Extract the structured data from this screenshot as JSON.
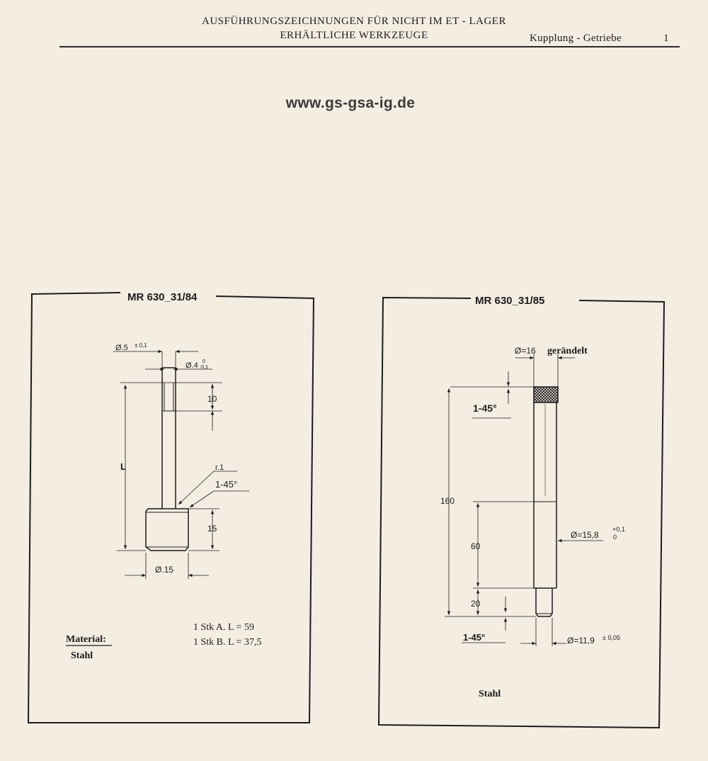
{
  "header": {
    "title_line1": "AUSFÜHRUNGSZEICHNUNGEN FÜR NICHT IM ET - LAGER",
    "title_line2": "ERHÄLTLICHE WERKZEUGE",
    "section": "Kupplung - Getriebe",
    "page_number": "1"
  },
  "watermark": "www.gs-gsa-ig.de",
  "drawing_left": {
    "part_number": "MR 630_31/84",
    "dim_tip_dia": "Ø.5",
    "dim_tip_tol": "± 0,1",
    "dim_neck_dia": "Ø.4",
    "dim_neck_tol_top": "0",
    "dim_neck_tol_bottom": "-0,1",
    "dim_tip_length": "10",
    "dim_length": "L",
    "dim_radius": "r.1",
    "dim_chamfer": "1-45°",
    "dim_head_length": "15",
    "dim_head_dia": "Ø.15",
    "qty_a": "1 Stk A. L = 59",
    "qty_b": "1 Stk B. L = 37,5",
    "material_label": "Material:",
    "material_value": "Stahl"
  },
  "drawing_right": {
    "part_number": "MR 630_31/85",
    "dim_knurl_dia": "Ø=16",
    "dim_knurl_note": "gerändelt",
    "dim_chamfer_top": "1-45°",
    "dim_total_length": "160",
    "dim_shaft_length": "60",
    "dim_shaft_dia": "Ø=15,8",
    "dim_shaft_tol_top": "+0,1",
    "dim_shaft_tol_bottom": "0",
    "dim_pin_length": "20",
    "dim_chamfer_bottom": "1-45°",
    "dim_pin_dia": "Ø=11,9",
    "dim_pin_tol": "± 0,05",
    "material_value": "Stahl"
  }
}
